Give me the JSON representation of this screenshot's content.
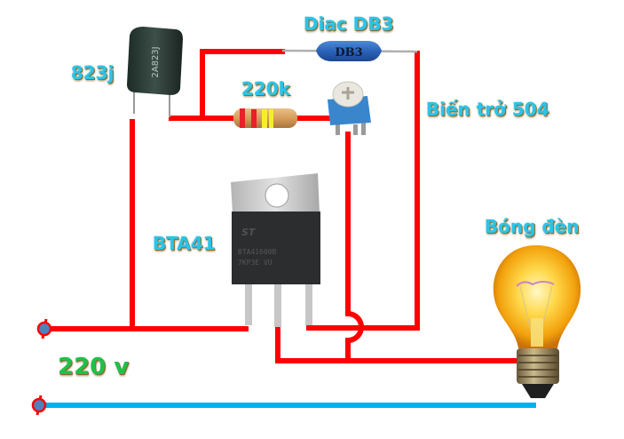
{
  "labels": {
    "capacitor": "823j",
    "capacitor_marking": "2A823J",
    "diac": "Diac DB3",
    "diac_marking": "DB3",
    "resistor": "220k",
    "potentiometer": "Biến trở 504",
    "triac": "BTA41",
    "lamp": "Bóng đèn",
    "supply": "220 v"
  },
  "colors": {
    "wire_live": "#ff0000",
    "wire_neutral": "#00b0f0",
    "terminal": "#4f81bd",
    "label_cyan": "#2bc4e8",
    "label_green": "#1fc14a"
  }
}
